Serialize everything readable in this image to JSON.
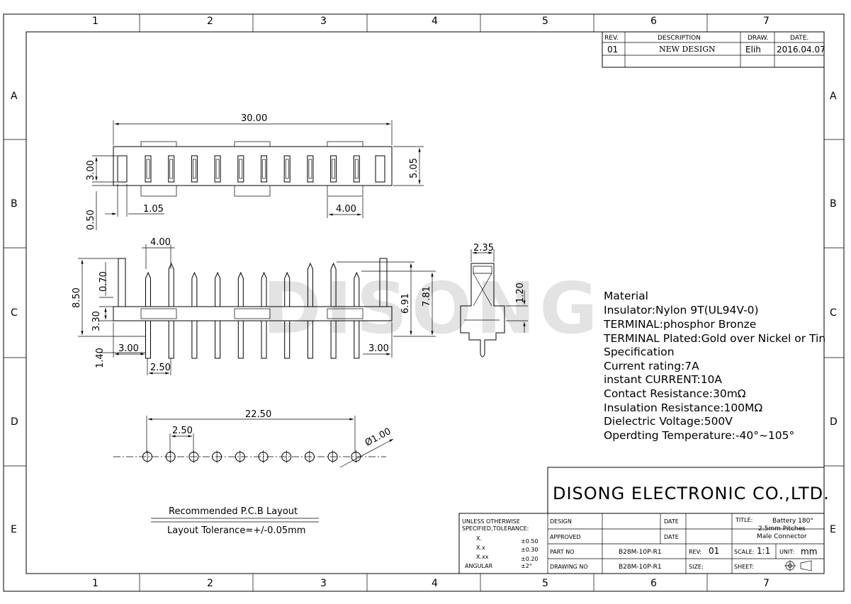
{
  "zones": {
    "columns": [
      "1",
      "2",
      "3",
      "4",
      "5",
      "6",
      "7"
    ],
    "rows": [
      "A",
      "B",
      "C",
      "D",
      "E"
    ]
  },
  "revision": {
    "headers": {
      "rev": "REV.",
      "description": "DESCRIPTION",
      "drawn": "DRAW.",
      "date": "DATE."
    },
    "row": {
      "rev": "01",
      "description": "NEW DESIGN",
      "drawn": "Elih",
      "date": "2016.04.07"
    }
  },
  "watermark": "DISONG",
  "top_view": {
    "overall": "30.00",
    "height": "5.05",
    "slot": "3.00",
    "offset": "0.50",
    "pin": "1.05",
    "pitch_group": "4.00"
  },
  "side_view": {
    "top": "4.00",
    "height_total": "8.50",
    "tip": "0.70",
    "body": "3.30",
    "tail": "1.40",
    "edge_left": "3.00",
    "edge_right": "3.00",
    "pitch": "2.50",
    "h1": "6.91",
    "h2": "7.81"
  },
  "end_view": {
    "width": "2.35",
    "thickness": "1.20"
  },
  "pcb_view": {
    "overall": "22.50",
    "pitch": "2.50",
    "hole": "Ø1.00"
  },
  "material": [
    "Material",
    "Insulator:Nylon 9T(UL94V-0)",
    "TERMINAL:phosphor Bronze",
    "TERMINAL Plated:Gold over Nickel or Tin",
    "Specification",
    "Current rating:7A",
    "instant CURRENT:10A",
    "Contact Resistance:30mΩ",
    "Insulation Resistance:100MΩ",
    "Dielectric Voltage:500V",
    "Operdting Temperature:-40°~105°"
  ],
  "pcb_note": {
    "title": "Recommended P.C.B Layout",
    "tolerance": "Layout Tolerance=+/-0.05mm"
  },
  "title_block": {
    "company": "DISONG ELECTRONIC CO.,LTD.",
    "tolerance_header1": "UNLESS OTHERWISE",
    "tolerance_header2": "SPECIFIED,TOLERANCE:",
    "tolerances": [
      {
        "label": "X.",
        "value": "±0.50"
      },
      {
        "label": "X.x",
        "value": "±0.30"
      },
      {
        "label": "X.xx",
        "value": "±0.20"
      },
      {
        "label": "ANGULAR",
        "value": "±2°"
      }
    ],
    "design": "DESIGN",
    "approved": "APPROVED",
    "part_no_label": "PART NO",
    "drawing_no_label": "DRAWING NO",
    "date": "DATE",
    "part_no": "B28M-10P-R1",
    "drawing_no": "B28M-10P-R1",
    "rev_label": "REV:",
    "rev": "01",
    "size_label": "SIZE:",
    "title_label": "TITLE:",
    "title_lines": [
      "Battery 180°",
      "2.5mm Pitches",
      "Male Connector"
    ],
    "scale_label": "SCALE:",
    "scale": "1:1",
    "unit_label": "UNIT:",
    "unit": "mm",
    "sheet_label": "SHEET:"
  }
}
